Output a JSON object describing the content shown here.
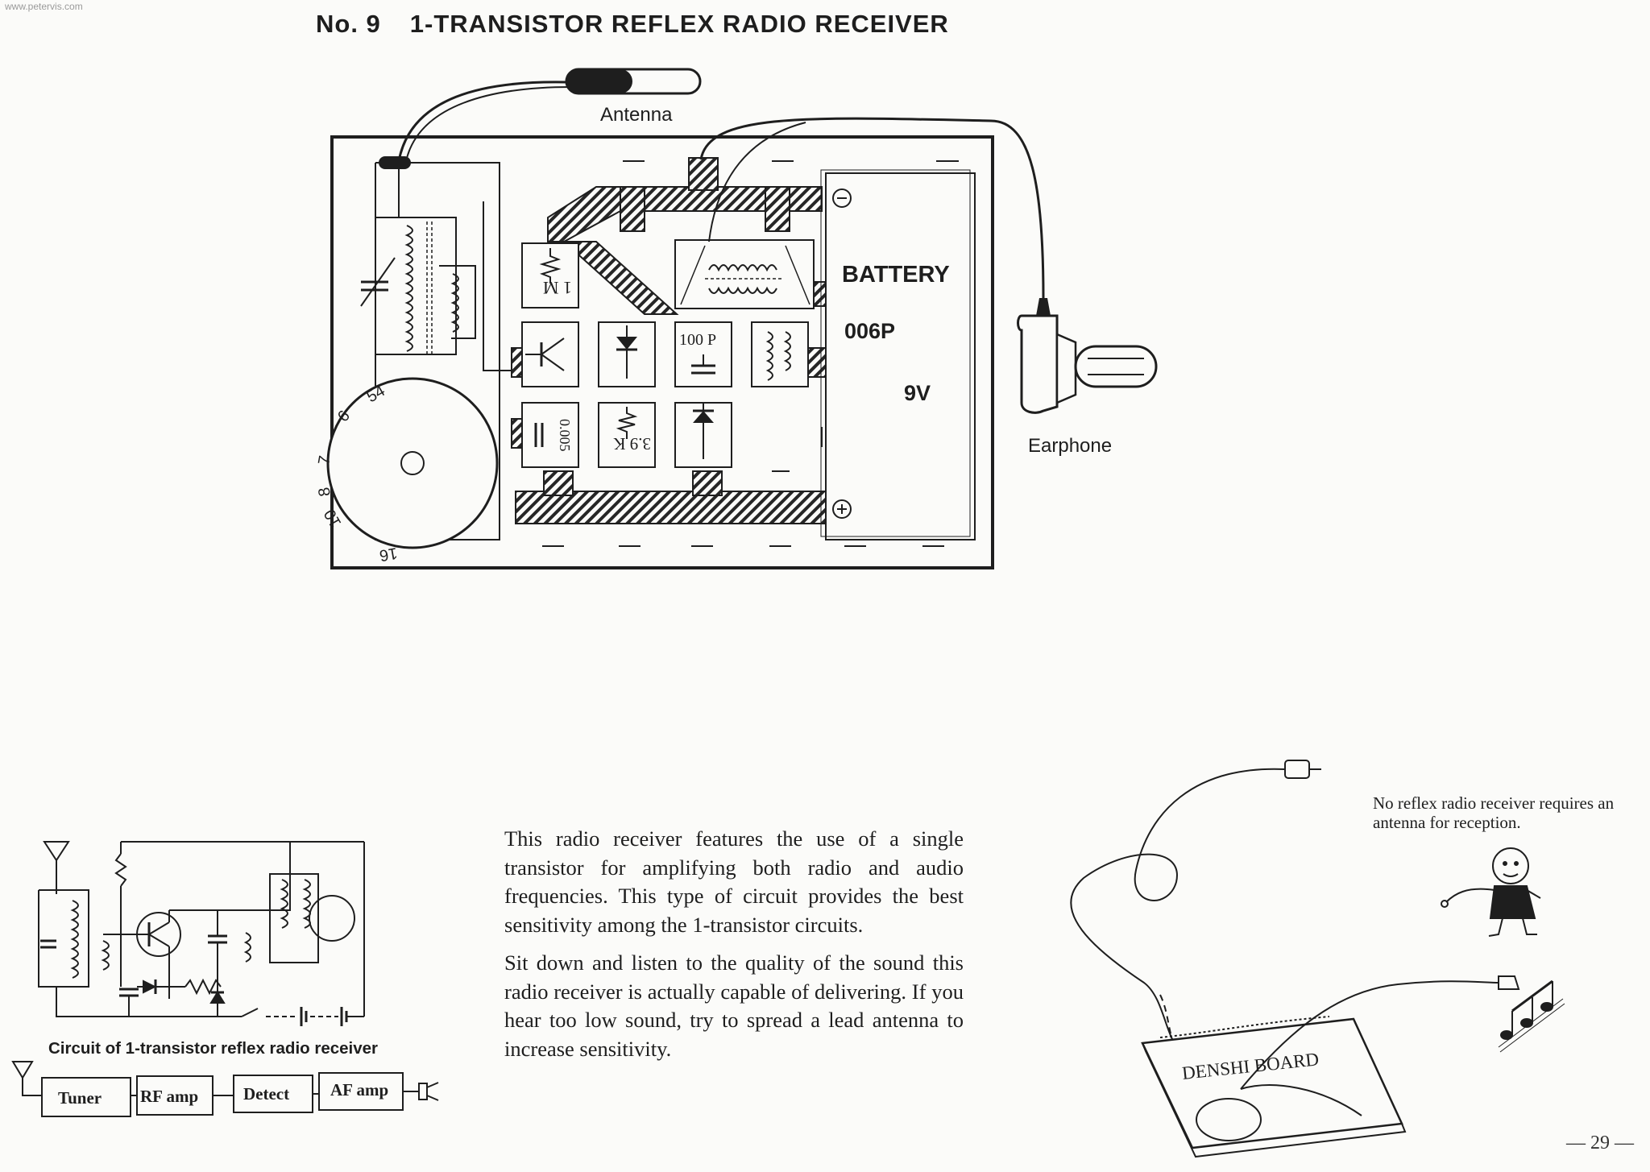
{
  "watermark": "www.petervis.com",
  "title": {
    "number": "No. 9",
    "text": "1-TRANSISTOR REFLEX RADIO RECEIVER"
  },
  "layout_diagram": {
    "antenna_label": "Antenna",
    "earphone_label": "Earphone",
    "battery": {
      "label": "BATTERY",
      "type": "006P",
      "voltage": "9V",
      "minus": "⊖",
      "plus": "⊕"
    },
    "components": {
      "resistor_1m": "1 M",
      "capacitor_100p": "100 P",
      "capacitor_0005": "0.005",
      "resistor_39k": "3.9 K"
    },
    "dial_numbers": [
      "54",
      "6",
      "7",
      "8",
      "10",
      "16"
    ]
  },
  "description": {
    "paragraph1": "This radio receiver features the use of a single transistor for amplifying both radio and audio frequencies. This type of circuit provides the best sensitivity among the 1-transistor circuits.",
    "paragraph2": "Sit down and listen to the quality of the sound this radio receiver is actually capable of delivering. If you hear too low sound, try to spread a lead antenna to increase sensitivity."
  },
  "circuit_caption": "Circuit of 1-transistor reflex radio receiver",
  "block_diagram": [
    "Tuner",
    "RF amp",
    "Detect",
    "AF amp"
  ],
  "illustration": {
    "board_label": "DENSHI BOARD",
    "note": "No reflex radio receiver requires an antenna for reception."
  },
  "page_number": "— 29 —"
}
